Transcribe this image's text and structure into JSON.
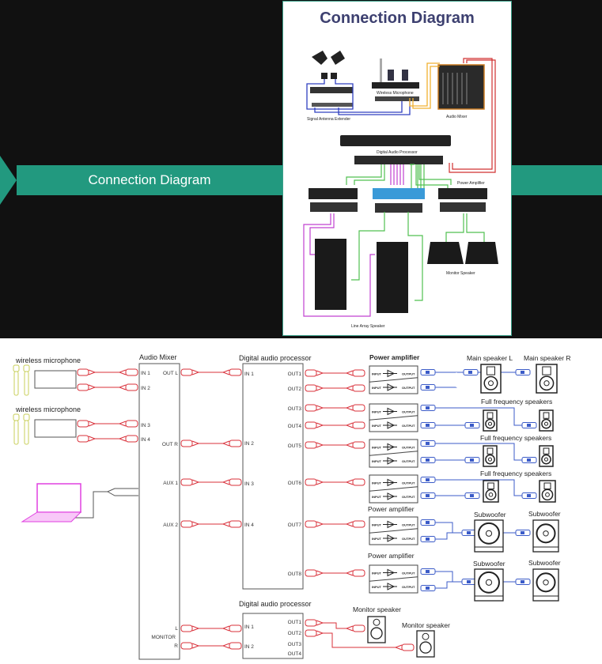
{
  "banner": {
    "title": "Connection Diagram",
    "color": "#22997f"
  },
  "poster": {
    "title": "Connection Diagram",
    "title_color": "#3d4070",
    "labels": {
      "antenna": "Signal Antenna Extender",
      "wireless": "Wireless Microphone",
      "mixer": "Audio Mixer",
      "dsp": "Digital Audio Processor",
      "amp": "Power Amplifier",
      "monitor": "Monitor Speaker",
      "line_array": "Line Array Speaker"
    }
  },
  "diagram": {
    "wireless_1": "wireless microphone",
    "wireless_2": "wireless microphone",
    "mixer": {
      "title": "Audio Mixer",
      "inputs": [
        "IN 1",
        "IN 2",
        "IN 3",
        "IN 4"
      ],
      "outputs": [
        "OUT L",
        "OUT R",
        "AUX 1",
        "AUX 2"
      ],
      "monitor_l": "L",
      "monitor": "MONITOR",
      "monitor_r": "R"
    },
    "dsp_main": {
      "title": "Digital audio processor",
      "inputs": [
        "IN 1",
        "IN 2",
        "IN 3",
        "IN 4"
      ],
      "outputs": [
        "OUT1",
        "OUT2",
        "OUT3",
        "OUT4",
        "OUT5",
        "OUT6",
        "OUT7",
        "OUT8"
      ]
    },
    "dsp_monitor": {
      "title": "Digital audio processor",
      "inputs": [
        "IN 1",
        "IN 2"
      ],
      "outputs": [
        "OUT1",
        "OUT2",
        "OUT3",
        "OUT4"
      ]
    },
    "amp_labels": [
      "Power amplifier",
      "Power amplifier",
      "Power amplifier"
    ],
    "amp_text": {
      "input": "INPUT",
      "output": "OUTPUT"
    },
    "speakers": {
      "main_l": "Main speaker L",
      "main_r": "Main speaker R",
      "full_1": "Full frequency speakers",
      "full_2": "Full frequency speakers",
      "full_3": "Full frequency speakers",
      "sub_1": "Subwoofer",
      "sub_2": "Subwoofer",
      "sub_3": "Subwoofer",
      "sub_4": "Subwoofer",
      "monitor_1": "Monitor speaker",
      "monitor_2": "Monitor speaker"
    },
    "colors": {
      "xlr": "#d9303a",
      "speakon": "#3b5bc8",
      "laptop": "#e040e0",
      "mic": "#c8cf5a",
      "route_blue": "#4a5fc0",
      "route_red": "#d9303a",
      "route_purple": "#b040d0"
    }
  }
}
